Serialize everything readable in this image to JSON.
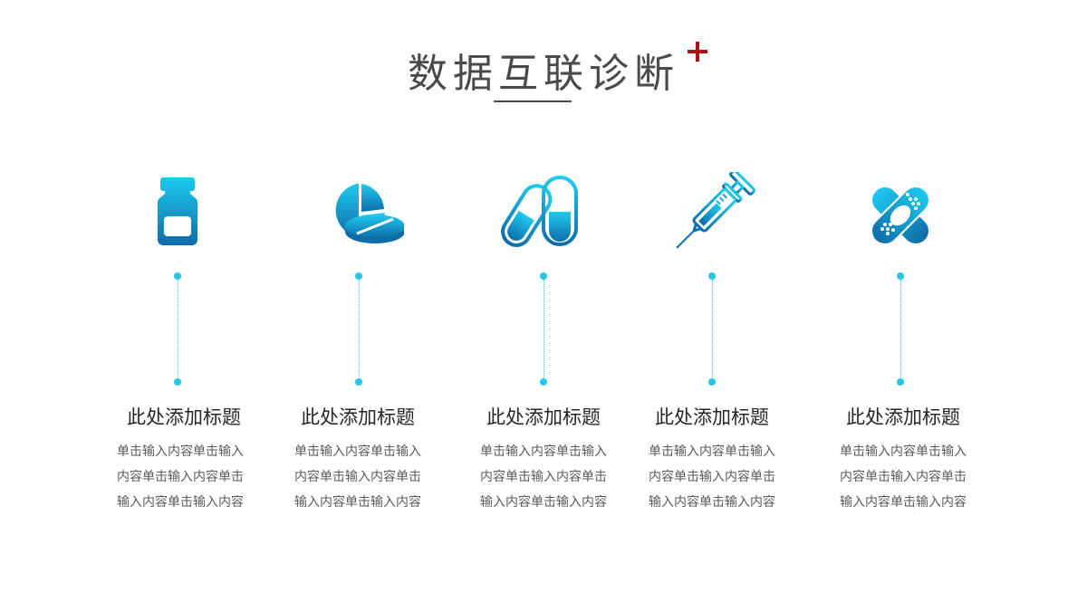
{
  "header": {
    "title": "数据互联诊断",
    "title_parts": [
      "数据",
      "互联",
      "诊断"
    ],
    "accent_icon": "plus-icon",
    "accent_color": "#b0101a"
  },
  "theme": {
    "icon_gradient_top": "#1ecbef",
    "icon_gradient_bottom": "#0e6da8",
    "dot_color": "#26c6e8",
    "heading_color": "#262626",
    "body_color": "#5a5a5a"
  },
  "columns": [
    {
      "icon": "medicine-bottle-icon",
      "heading": "此处添加标题",
      "lines": [
        "单击输入内容单击输入",
        "内容单击输入内容单击",
        "输入内容单击输入内容"
      ]
    },
    {
      "icon": "tablets-icon",
      "heading": "此处添加标题",
      "lines": [
        "单击输入内容单击输入",
        "内容单击输入内容单击",
        "输入内容单击输入内容"
      ]
    },
    {
      "icon": "capsules-icon",
      "heading": "此处添加标题",
      "lines": [
        "单击输入内容单击输入",
        "内容单击输入内容单击",
        "输入内容单击输入内容"
      ]
    },
    {
      "icon": "syringe-icon",
      "heading": "此处添加标题",
      "lines": [
        "单击输入内容单击输入",
        "内容单击输入内容单击",
        "输入内容单击输入内容"
      ]
    },
    {
      "icon": "bandage-icon",
      "heading": "此处添加标题",
      "lines": [
        "单击输入内容单击输入",
        "内容单击输入内容单击",
        "输入内容单击输入内容"
      ]
    }
  ]
}
